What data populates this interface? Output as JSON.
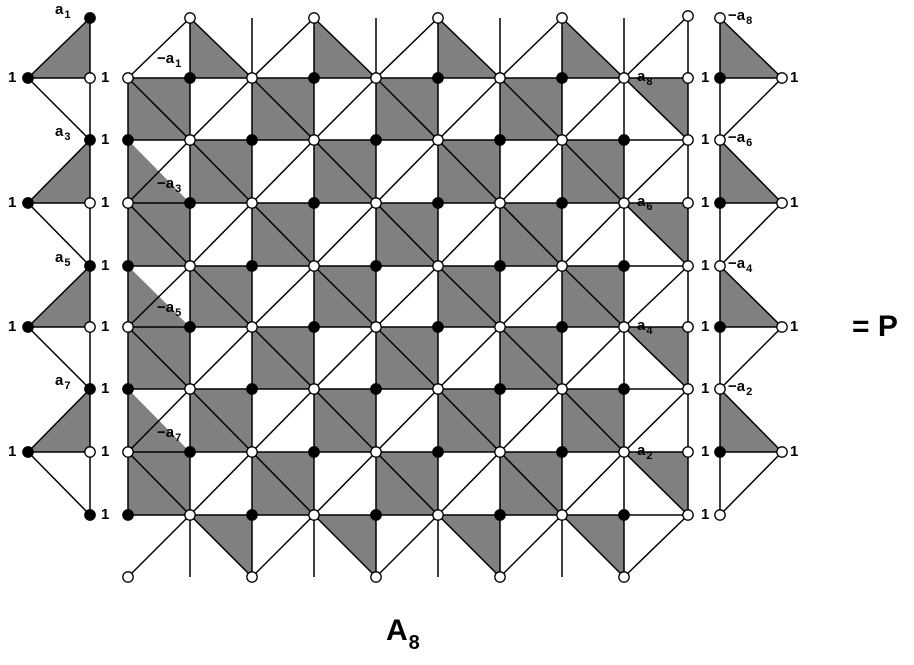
{
  "diagram": {
    "equals_p": "= P",
    "caption": {
      "base": "A",
      "sub": "8"
    },
    "one": "1",
    "left_labels": [
      {
        "base": "a",
        "sub": "1"
      },
      {
        "base": "a",
        "sub": "3"
      },
      {
        "base": "a",
        "sub": "5"
      },
      {
        "base": "a",
        "sub": "7"
      }
    ],
    "inner_left_labels": [
      {
        "base": "−a",
        "sub": "1"
      },
      {
        "base": "−a",
        "sub": "3"
      },
      {
        "base": "−a",
        "sub": "5"
      },
      {
        "base": "−a",
        "sub": "7"
      }
    ],
    "inner_right_labels": [
      {
        "base": "a",
        "sub": "8"
      },
      {
        "base": "a",
        "sub": "6"
      },
      {
        "base": "a",
        "sub": "4"
      },
      {
        "base": "a",
        "sub": "2"
      }
    ],
    "right_labels": [
      {
        "base": "−a",
        "sub": "8"
      },
      {
        "base": "−a",
        "sub": "6"
      },
      {
        "base": "−a",
        "sub": "4"
      },
      {
        "base": "−a",
        "sub": "2"
      }
    ],
    "colors": {
      "shade": "#808080",
      "line": "#000000",
      "node_filled": "#000000",
      "node_open": "#ffffff"
    }
  }
}
